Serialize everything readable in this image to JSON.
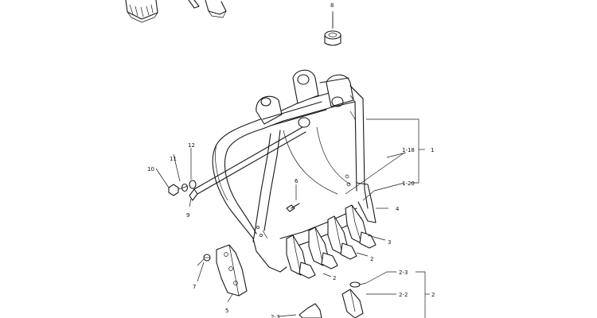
{
  "diagram": {
    "callouts": {
      "n1": "1",
      "n1_18": "1-18",
      "n1_20": "1-20",
      "n2a": "2",
      "n2b": "2",
      "n2c": "2",
      "n2_3": "2-3",
      "n2_2": "2-2",
      "n2_3b": "2-3",
      "n3": "3",
      "n4": "4",
      "n5": "5",
      "n6": "6",
      "n7": "7",
      "n8": "8",
      "n9": "9",
      "n10": "10",
      "n11": "11",
      "n12": "12"
    }
  }
}
